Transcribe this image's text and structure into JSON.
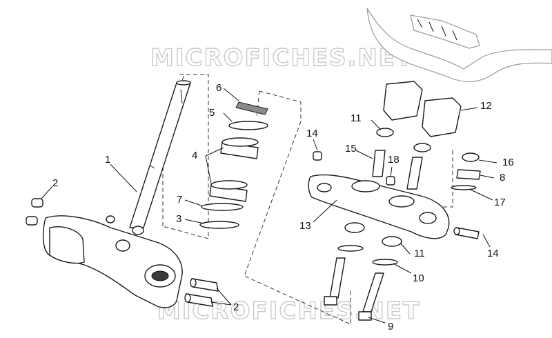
{
  "watermark": {
    "text": "MICROFICHES.NET"
  },
  "callouts": {
    "c1": "1",
    "c2a": "2",
    "c2b": "2",
    "c3": "3",
    "c4": "4",
    "c5": "5",
    "c6": "6",
    "c7": "7",
    "c8": "8",
    "c9": "9",
    "c10": "10",
    "c11a": "11",
    "c11b": "11",
    "c12": "12",
    "c13": "13",
    "c14a": "14",
    "c14b": "14",
    "c15": "15",
    "c16": "16",
    "c17": "17",
    "c18": "18"
  }
}
